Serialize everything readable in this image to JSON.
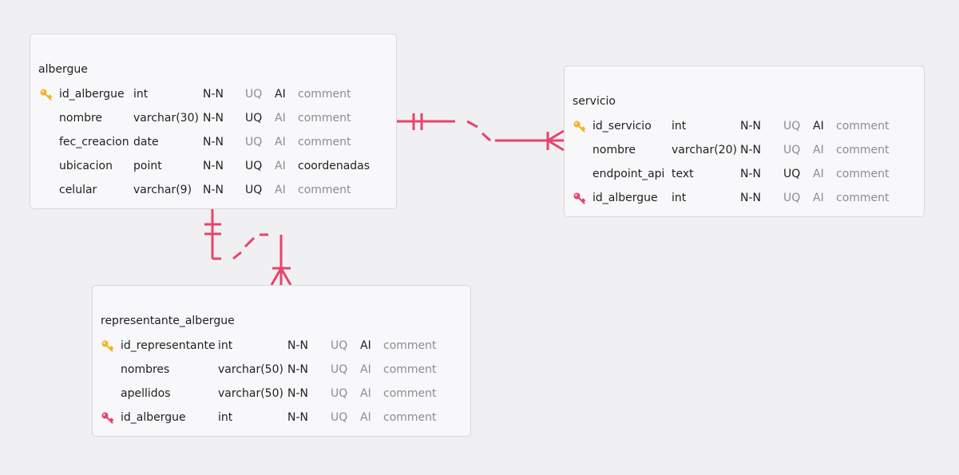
{
  "colors": {
    "relation": "#e5446d",
    "primary_key": "#f2b428",
    "foreign_key": "#e5446d"
  },
  "tables": {
    "albergue": {
      "name": "albergue",
      "columns": [
        {
          "icon": "primary-key-icon",
          "name": "id_albergue",
          "type": "int",
          "nn": "N-N",
          "uq": "UQ",
          "ai": "AI",
          "comment": "comment",
          "uq_on": false,
          "ai_on": true
        },
        {
          "icon": "",
          "name": "nombre",
          "type": "varchar(30)",
          "nn": "N-N",
          "uq": "UQ",
          "ai": "AI",
          "comment": "comment",
          "uq_on": true,
          "ai_on": false
        },
        {
          "icon": "",
          "name": "fec_creacion",
          "type": "date",
          "nn": "N-N",
          "uq": "UQ",
          "ai": "AI",
          "comment": "comment",
          "uq_on": false,
          "ai_on": false
        },
        {
          "icon": "",
          "name": "ubicacion",
          "type": "point",
          "nn": "N-N",
          "uq": "UQ",
          "ai": "AI",
          "comment": "coordenadas",
          "uq_on": true,
          "ai_on": false,
          "comment_on": true
        },
        {
          "icon": "",
          "name": "celular",
          "type": "varchar(9)",
          "nn": "N-N",
          "uq": "UQ",
          "ai": "AI",
          "comment": "comment",
          "uq_on": true,
          "ai_on": false
        }
      ]
    },
    "servicio": {
      "name": "servicio",
      "columns": [
        {
          "icon": "primary-key-icon",
          "name": "id_servicio",
          "type": "int",
          "nn": "N-N",
          "uq": "UQ",
          "ai": "AI",
          "comment": "comment",
          "uq_on": false,
          "ai_on": true
        },
        {
          "icon": "",
          "name": "nombre",
          "type": "varchar(20)",
          "nn": "N-N",
          "uq": "UQ",
          "ai": "AI",
          "comment": "comment",
          "uq_on": false,
          "ai_on": false
        },
        {
          "icon": "",
          "name": "endpoint_api",
          "type": "text",
          "nn": "N-N",
          "uq": "UQ",
          "ai": "AI",
          "comment": "comment",
          "uq_on": true,
          "ai_on": false
        },
        {
          "icon": "foreign-key-icon",
          "name": "id_albergue",
          "type": "int",
          "nn": "N-N",
          "uq": "UQ",
          "ai": "AI",
          "comment": "comment",
          "uq_on": false,
          "ai_on": false
        }
      ]
    },
    "representante_albergue": {
      "name": "representante_albergue",
      "columns": [
        {
          "icon": "primary-key-icon",
          "name": "id_representante",
          "type": "int",
          "nn": "N-N",
          "uq": "UQ",
          "ai": "AI",
          "comment": "comment",
          "uq_on": false,
          "ai_on": true
        },
        {
          "icon": "",
          "name": "nombres",
          "type": "varchar(50)",
          "nn": "N-N",
          "uq": "UQ",
          "ai": "AI",
          "comment": "comment",
          "uq_on": false,
          "ai_on": false
        },
        {
          "icon": "",
          "name": "apellidos",
          "type": "varchar(50)",
          "nn": "N-N",
          "uq": "UQ",
          "ai": "AI",
          "comment": "comment",
          "uq_on": false,
          "ai_on": false
        },
        {
          "icon": "foreign-key-icon",
          "name": "id_albergue",
          "type": "int",
          "nn": "N-N",
          "uq": "UQ",
          "ai": "AI",
          "comment": "comment",
          "uq_on": false,
          "ai_on": false
        }
      ]
    }
  },
  "relations": [
    {
      "from": "albergue",
      "to": "servicio",
      "from_cardinality": "one-and-only-one",
      "to_cardinality": "one-or-many"
    },
    {
      "from": "albergue",
      "to": "representante_albergue",
      "from_cardinality": "one-and-only-one",
      "to_cardinality": "one-or-many"
    }
  ]
}
